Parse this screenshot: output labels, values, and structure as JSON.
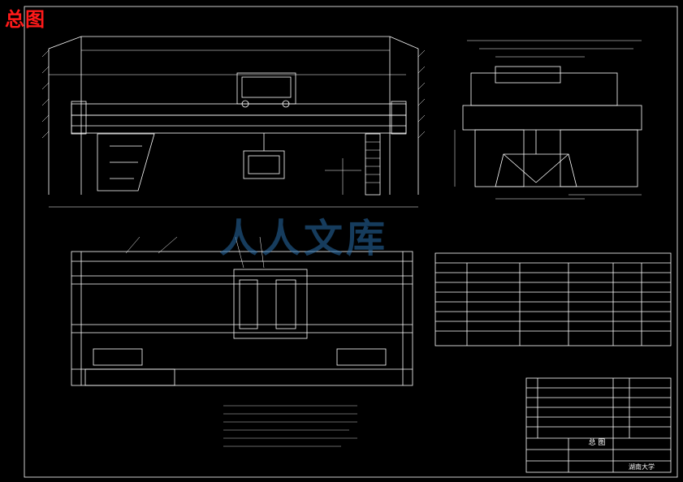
{
  "drawing": {
    "sheet_title": "总图",
    "watermark": "人人文库",
    "title_block": {
      "drawing_name": "总 图",
      "school": "湖南大学"
    }
  },
  "colors": {
    "background": "#000000",
    "lines": "#ffffff",
    "title": "#ff1a1a",
    "watermark": "#2a6fad"
  }
}
